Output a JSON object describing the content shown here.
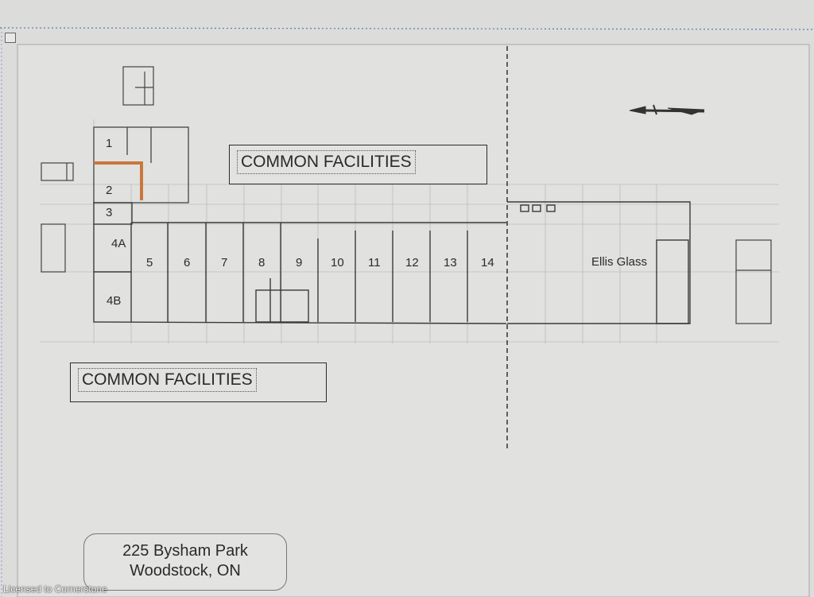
{
  "plan": {
    "units": [
      "1",
      "2",
      "3",
      "4A",
      "4B",
      "5",
      "6",
      "7",
      "8",
      "9",
      "10",
      "11",
      "12",
      "13",
      "14"
    ],
    "tenant_label": "Ellis Glass",
    "common_facilities_top": "COMMON FACILITIES",
    "common_facilities_bottom": "COMMON FACILITIES"
  },
  "address": {
    "line1": "225 Bysham Park",
    "line2": "Woodstock, ON"
  },
  "watermark": "Licensed to Cornerstone",
  "colors": {
    "background": "#dcdcdb",
    "paper": "#e3e3e1",
    "line": "#3a3a3a",
    "grid": "#b9b9b9",
    "highlight": "#c8783e"
  }
}
